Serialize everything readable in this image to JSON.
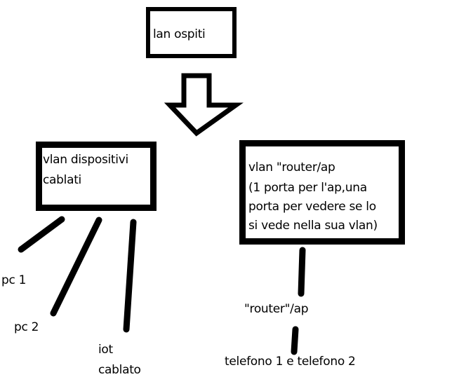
{
  "top_box": {
    "label": "lan ospiti"
  },
  "left_box": {
    "lines": [
      "vlan dispositivi",
      "cablati"
    ]
  },
  "right_box": {
    "lines": [
      "vlan \"router/ap",
      "(1 porta per l'ap,una",
      "porta per vedere se lo",
      "si vede nella sua vlan)"
    ]
  },
  "devices": {
    "pc1": "pc 1",
    "pc2": "pc 2",
    "iot": [
      "iot",
      "cablato"
    ]
  },
  "router_ap": "\"router\"/ap",
  "phones": "telefono 1 e telefono 2"
}
